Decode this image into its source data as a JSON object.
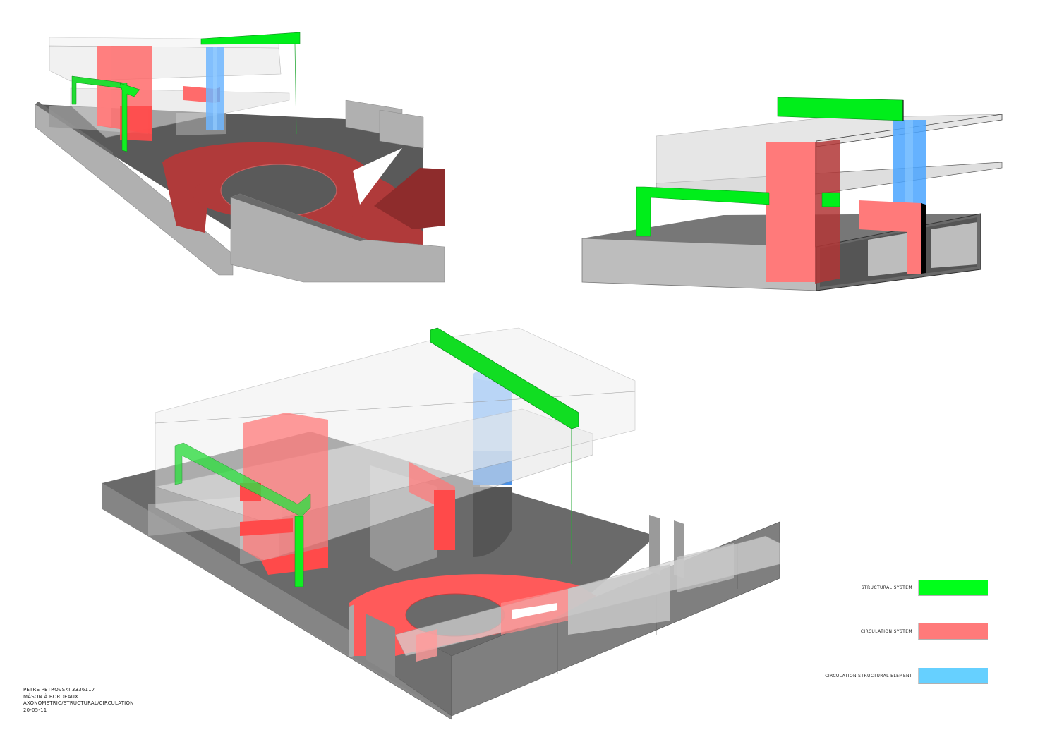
{
  "sheet": {
    "title_block": {
      "author": "PETRE PETROVSKI 3336117",
      "project": "MÀSON À BORDEAUX",
      "drawing_type": "AXONOMETRIC/STRUCTURAL/CIRCULATION",
      "date": "20-05-11"
    },
    "legend": {
      "items": [
        {
          "label": "STRUCTURAL SYSTEM",
          "color": "#00ff1a"
        },
        {
          "label": "CIRCULATION SYSTEM",
          "color": "#ff7a7a"
        },
        {
          "label": "CIRCULATION STRUCTURAL ELEMENT",
          "color": "#66d0ff"
        }
      ]
    },
    "views": [
      {
        "id": "top-left",
        "description": "perspective detail of ground floor with circular ramp"
      },
      {
        "id": "top-right",
        "description": "side perspective with beam, column and stair tower"
      },
      {
        "id": "main",
        "description": "main axonometric of house with structural and circulation systems"
      }
    ],
    "colors": {
      "structural": "#00e81a",
      "circulation": "#ff5a5a",
      "circulation_dark": "#b03a3a",
      "circulation_structural": "#5aa8ff",
      "wall_light": "#bdbdbd",
      "wall_dark": "#808080",
      "floor_dark": "#5a5a5a",
      "glass": "#e6e6e6"
    }
  }
}
